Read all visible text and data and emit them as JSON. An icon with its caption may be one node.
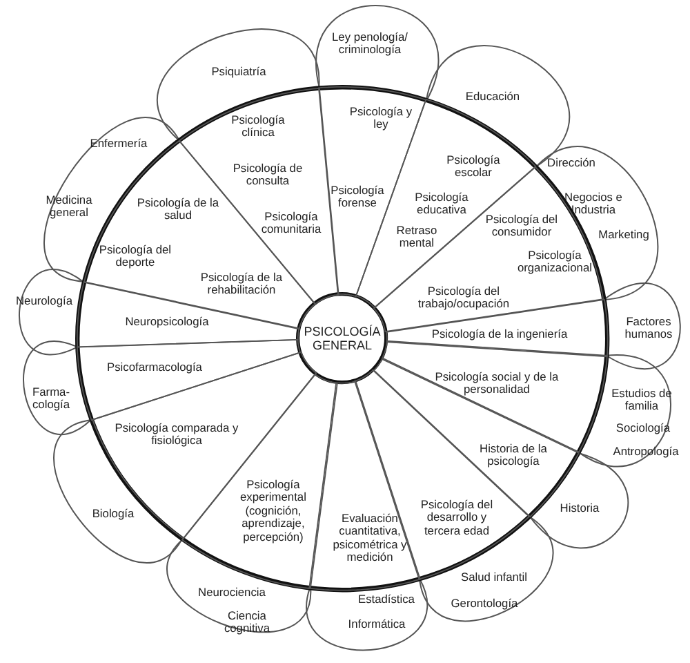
{
  "diagram": {
    "nodes": [
      {
        "text": [],
        "shape": "circle"
      },
      {
        "text": [
          "PSICOLOGÍA GENERAL"
        ],
        "in": 0
      },
      {
        "text": [
          "Psicología y ley",
          "Psicología forense"
        ],
        "in": 0
      },
      {
        "text": [
          "Psicología escolar",
          "Psicología educativa",
          "Retraso mental"
        ],
        "in": 0
      },
      {
        "text": [
          "Psicología del consumidor",
          "Psicología organizacional",
          "Psicología del trabajo/ocupación"
        ],
        "in": 0
      },
      {
        "text": [
          "Psicología de la ingeniería"
        ],
        "in": 0
      },
      {
        "text": [
          "Psicología social y de la personalidad"
        ],
        "in": 0
      },
      {
        "text": [
          "Historia de la psicología"
        ],
        "in": 0
      },
      {
        "text": [
          "Psicología del desarrollo y tercera edad"
        ],
        "in": 0
      },
      {
        "text": [
          "Evaluación cuantitativa, psicométrica y medición"
        ],
        "in": 0
      },
      {
        "text": [
          "Psicología experimental (cognición, aprendizaje, percepción)"
        ],
        "in": 0
      },
      {
        "text": [
          "Psicología comparada y fisiológica"
        ],
        "in": 0
      },
      {
        "text": [
          "Psicofarmacología"
        ],
        "in": 0
      },
      {
        "text": [
          "Neuropsicología"
        ],
        "in": 0
      },
      {
        "text": [
          "Psicología de la salud",
          "Psicología del deporte",
          "Psicología de la rehabilitación"
        ],
        "in": 0
      },
      {
        "text": [
          "Psicología clínica",
          "Psicología de consulta",
          "Psicología comunitaria"
        ],
        "in": 0
      },
      {
        "text": [
          "Ley penología/ criminología"
        ]
      },
      {
        "text": [
          "Educación"
        ]
      },
      {
        "text": [
          "Dirección",
          "Negocios e Industria",
          "Marketing"
        ]
      },
      {
        "text": [
          "Factores humanos"
        ]
      },
      {
        "text": [
          "Estudios de familia",
          "Sociología",
          "Antropología"
        ]
      },
      {
        "text": [
          "Historia"
        ]
      },
      {
        "text": [
          "Salud infantil",
          "Gerontología"
        ]
      },
      {
        "text": [
          "Estadística",
          "Informática"
        ]
      },
      {
        "text": [
          "Neurociencia",
          "Ciencia cognitiva"
        ]
      },
      {
        "text": [
          "Biología"
        ]
      },
      {
        "text": [
          "Farma- cología"
        ]
      },
      {
        "text": [
          "Neurología"
        ]
      },
      {
        "text": [
          "Enfermería",
          "Medicina general"
        ]
      },
      {
        "text": [
          "Psiquiatría"
        ]
      }
    ]
  }
}
